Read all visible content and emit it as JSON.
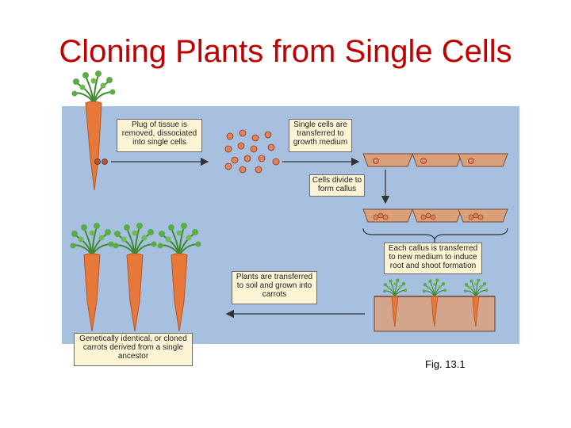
{
  "title": "Cloning Plants from Single Cells",
  "labels": {
    "plug": "Plug of tissue is removed, dissociated into single cells",
    "single_cells": "Single cells are transferred to growth medium",
    "divide": "Cells divide to form callus",
    "callus": "Each callus is transferred to new medium to induce root and shoot formation",
    "soil": "Plants are transferred to soil and grown into carrots",
    "identical": "Genetically identical, or cloned carrots derived from a single ancestor"
  },
  "caption": "Fig. 13.1",
  "colors": {
    "title": "#c00000",
    "panel": "#a8c0e0",
    "carrot": "#e8783a",
    "leaves": "#4a9a3a",
    "box": "#fdf4d6",
    "dish": "#d9a07a",
    "soil": "#d4a58a"
  }
}
